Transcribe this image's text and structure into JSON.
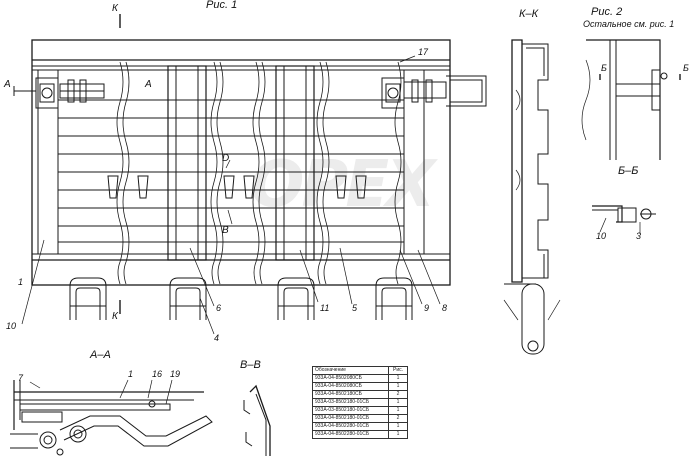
{
  "watermark": "OPEX",
  "figures": {
    "fig1": "Рис. 1",
    "fig2": "Рис. 2",
    "fig2_note": "Остальное см. рис. 1"
  },
  "sections": {
    "kk": "К–К",
    "aa": "А–А",
    "bb": "Б–Б",
    "vv": "В–В"
  },
  "cut_marks": {
    "k_top": "К",
    "k_bottom": "К",
    "a_left": "А",
    "a_right": "А",
    "v": "В",
    "b_left": "Б",
    "b_right": "Б",
    "d": "D"
  },
  "callouts": {
    "c17": "17",
    "c10_main": "10",
    "c6": "6",
    "c4": "4",
    "c11": "11",
    "c5": "5",
    "c9": "9",
    "c8": "8",
    "c7": "7",
    "c1": "1",
    "c16": "16",
    "c19": "19",
    "c10_bb": "10",
    "c3": "3",
    "c1_left": "1"
  },
  "parts_table": {
    "headers": [
      "Обозначение",
      "Рис."
    ],
    "rows": [
      [
        "933А-04-8502080СБ",
        "1"
      ],
      [
        "933А-04-8502080СБ",
        "1"
      ],
      [
        "933А-04-8502180СБ",
        "2"
      ],
      [
        "933А-03-8502180-01СБ",
        "1"
      ],
      [
        "933А-03-8502180-01СБ",
        "1"
      ],
      [
        "933А-04-8502180-01СБ",
        "2"
      ],
      [
        "933А-04-8502280-01СБ",
        "1"
      ],
      [
        "933А-04-8502280-01СБ",
        "1"
      ]
    ]
  }
}
